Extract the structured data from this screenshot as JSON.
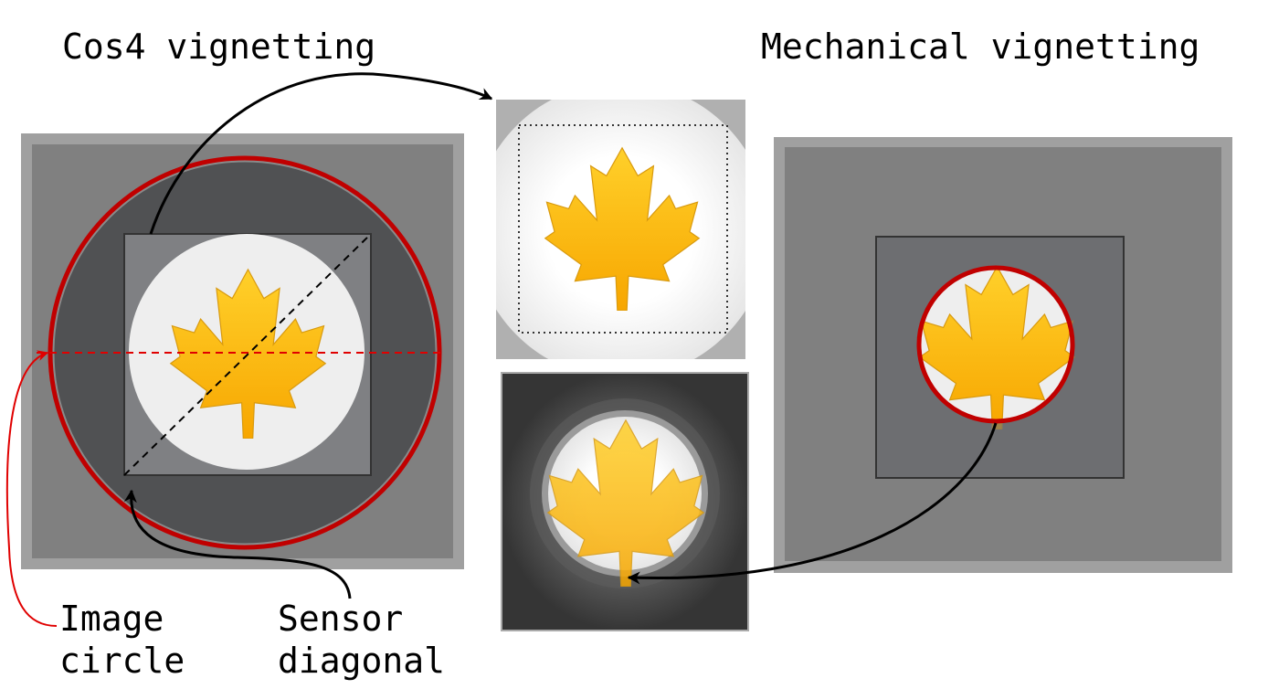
{
  "titles": {
    "cos4": "Cos4 vignetting",
    "mechanical": "Mechanical vignetting"
  },
  "labels": {
    "image_circle_line1": "Image",
    "image_circle_line2": "circle",
    "sensor_diagonal_line1": "Sensor",
    "sensor_diagonal_line2": "diagonal"
  },
  "colors": {
    "image_circle": "#c00000",
    "leaf": "#fbb514",
    "frame": "#808080"
  }
}
